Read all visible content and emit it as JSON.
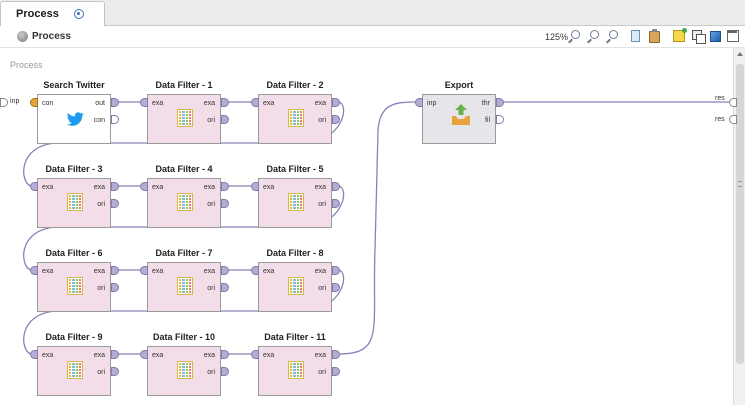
{
  "tab": {
    "label": "Process"
  },
  "breadcrumb": {
    "label": "Process"
  },
  "toolbar": {
    "zoom": "125%"
  },
  "canvas": {
    "title": "Process"
  },
  "process_ports": {
    "input": "inp",
    "results": [
      "res",
      "res"
    ]
  },
  "operators": {
    "search_twitter": {
      "title": "Search Twitter",
      "in": "con",
      "out": [
        "out",
        "con"
      ],
      "icon": "twitter-bird-icon"
    },
    "filters": [
      {
        "title": "Data Filter - 1",
        "in": "exa",
        "out": [
          "exa",
          "ori"
        ]
      },
      {
        "title": "Data Filter - 2",
        "in": "exa",
        "out": [
          "exa",
          "ori"
        ]
      },
      {
        "title": "Data Filter - 3",
        "in": "exa",
        "out": [
          "exa",
          "ori"
        ]
      },
      {
        "title": "Data Filter - 4",
        "in": "exa",
        "out": [
          "exa",
          "ori"
        ]
      },
      {
        "title": "Data Filter - 5",
        "in": "exa",
        "out": [
          "exa",
          "ori"
        ]
      },
      {
        "title": "Data Filter - 6",
        "in": "exa",
        "out": [
          "exa",
          "ori"
        ]
      },
      {
        "title": "Data Filter - 7",
        "in": "exa",
        "out": [
          "exa",
          "ori"
        ]
      },
      {
        "title": "Data Filter - 8",
        "in": "exa",
        "out": [
          "exa",
          "ori"
        ]
      },
      {
        "title": "Data Filter - 9",
        "in": "exa",
        "out": [
          "exa",
          "ori"
        ]
      },
      {
        "title": "Data Filter - 10",
        "in": "exa",
        "out": [
          "exa",
          "ori"
        ]
      },
      {
        "title": "Data Filter - 11",
        "in": "exa",
        "out": [
          "exa",
          "ori"
        ]
      }
    ],
    "export": {
      "title": "Export",
      "in": "inp",
      "out": [
        "thr",
        "fil"
      ],
      "icon": "export-icon"
    }
  },
  "colors": {
    "operator_fill": "#f2dde8",
    "port_fill": "#b6abd4",
    "wire": "#8a80b8",
    "export_fill": "#e5e5ea"
  }
}
